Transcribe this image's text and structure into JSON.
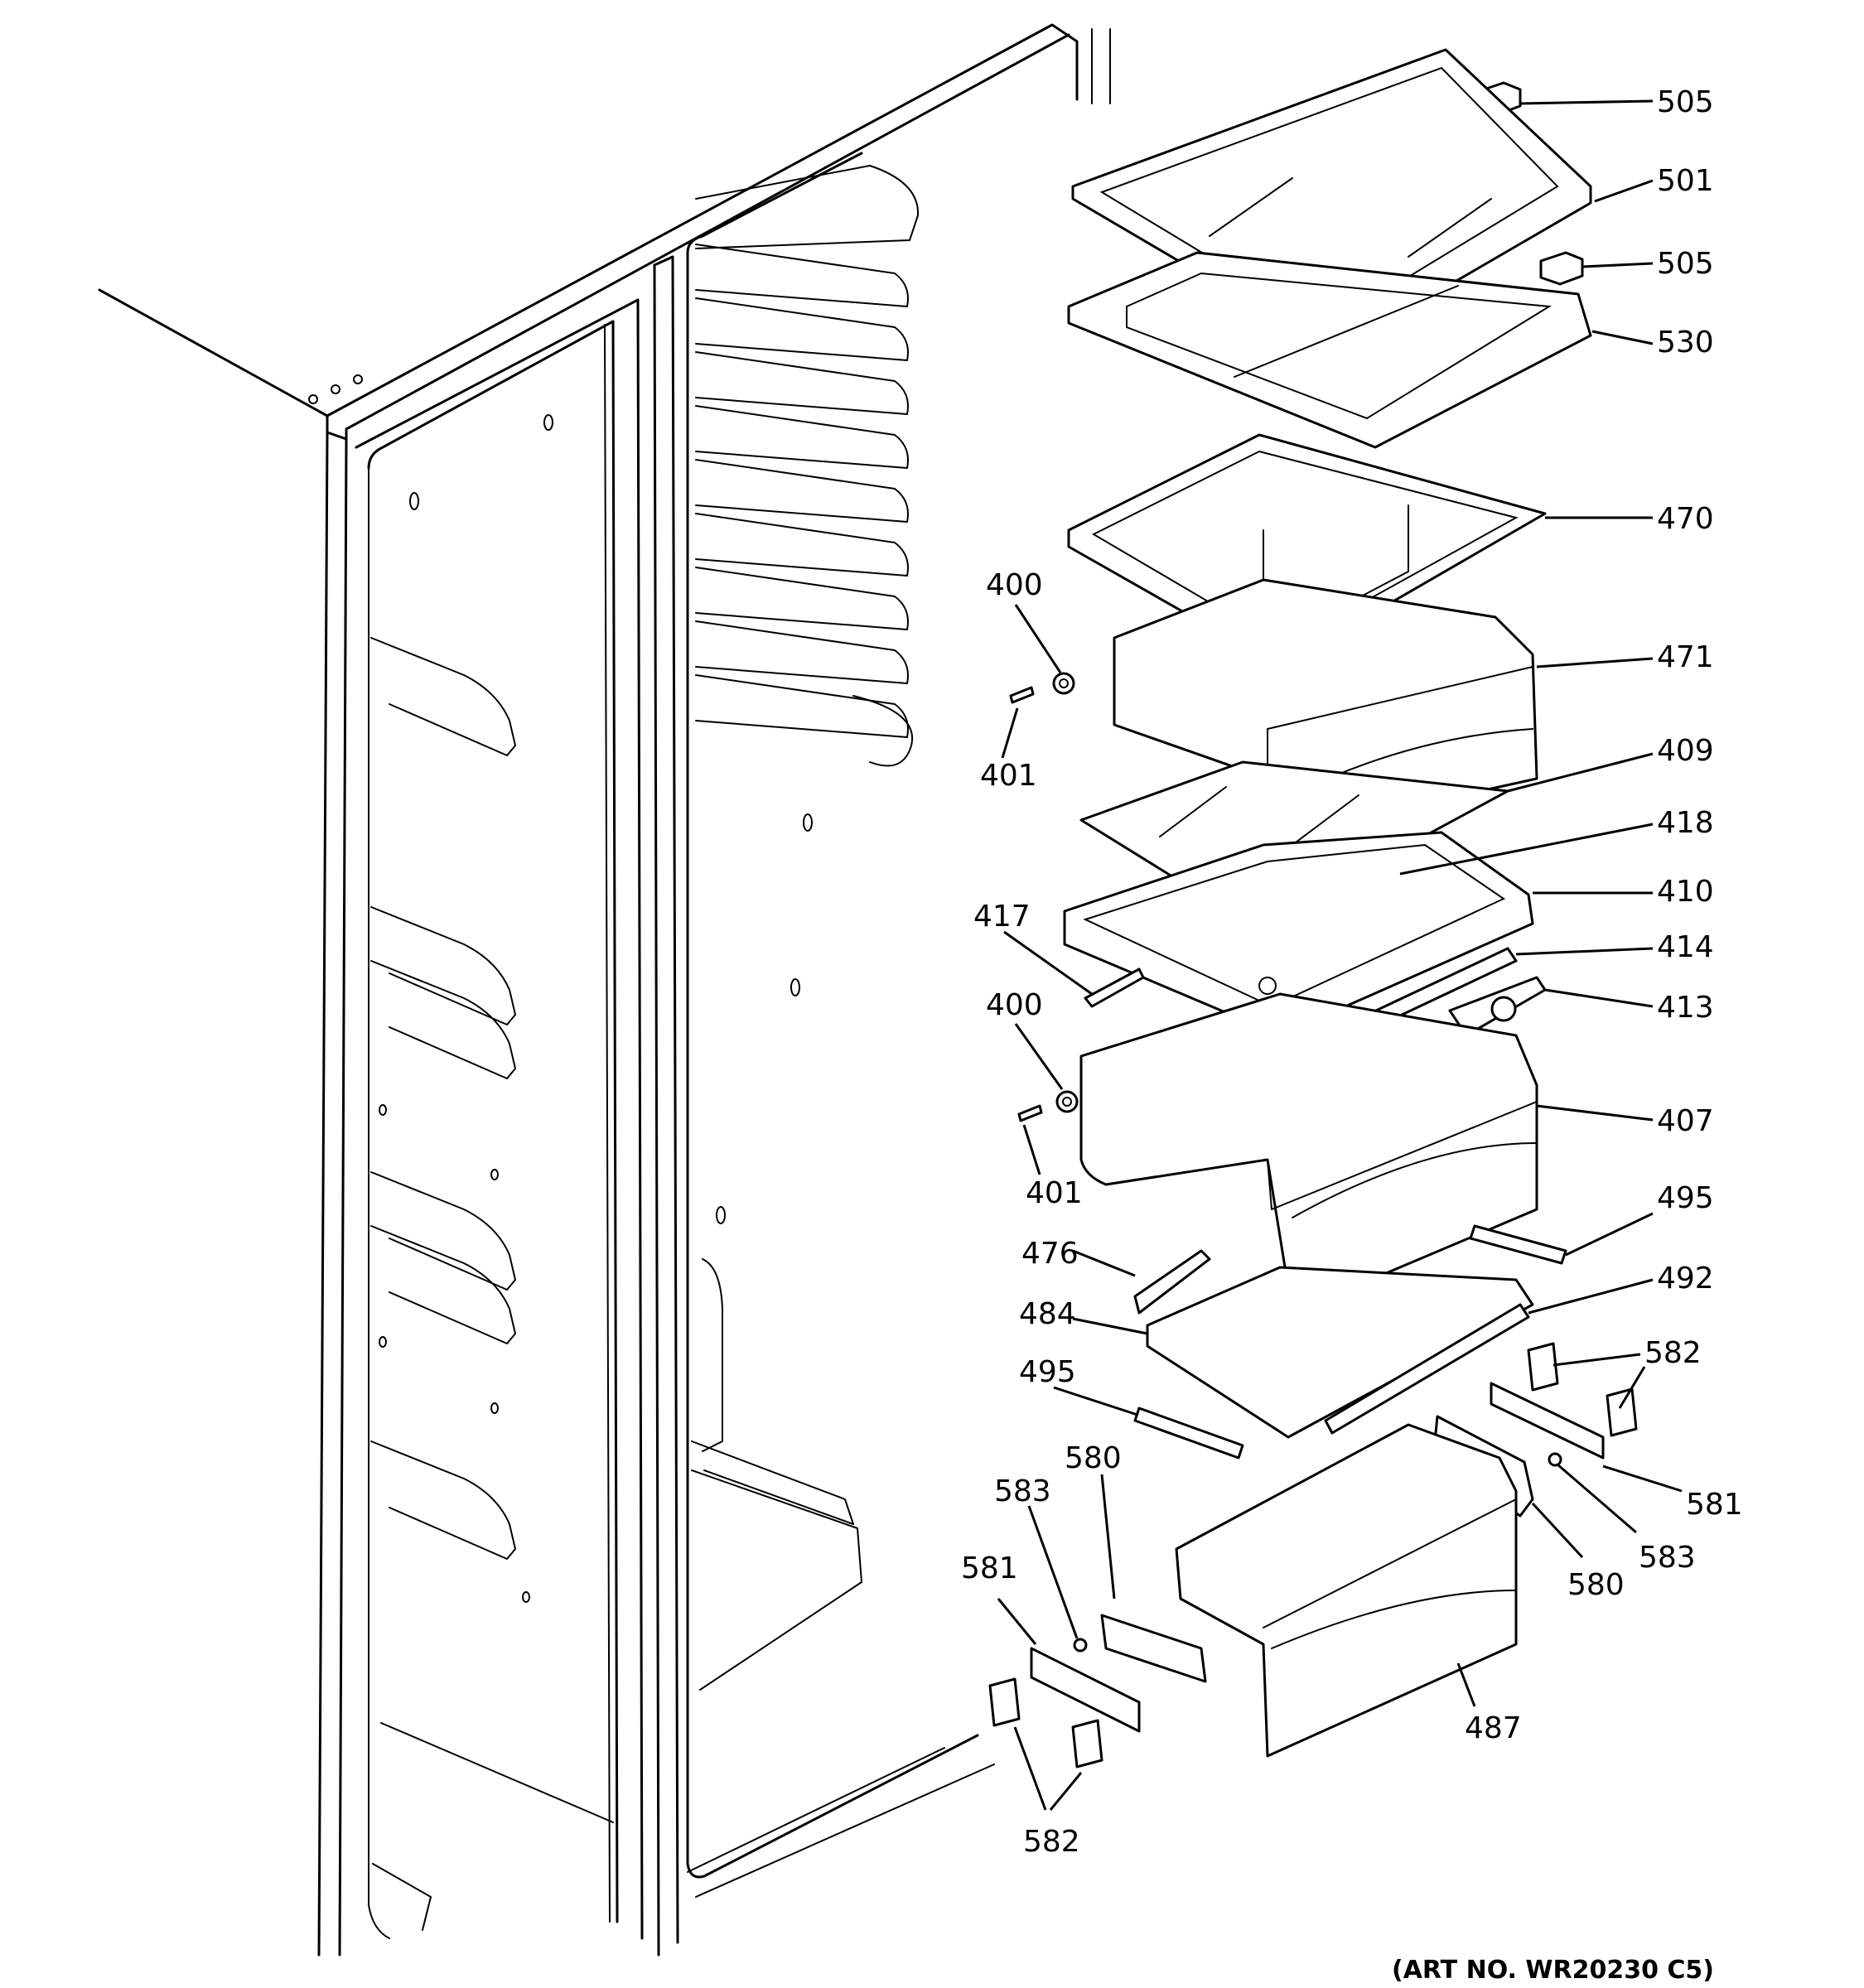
{
  "labels": [
    "505",
    "501",
    "505",
    "530",
    "470",
    "471",
    "409",
    "418",
    "410",
    "414",
    "413",
    "407",
    "495",
    "492",
    "582",
    "581",
    "583",
    "580",
    "487",
    "400",
    "401",
    "417",
    "400",
    "401",
    "476",
    "484",
    "495",
    "580",
    "583",
    "581",
    "582"
  ],
  "art_number": "(ART NO. WR20230 C5)"
}
